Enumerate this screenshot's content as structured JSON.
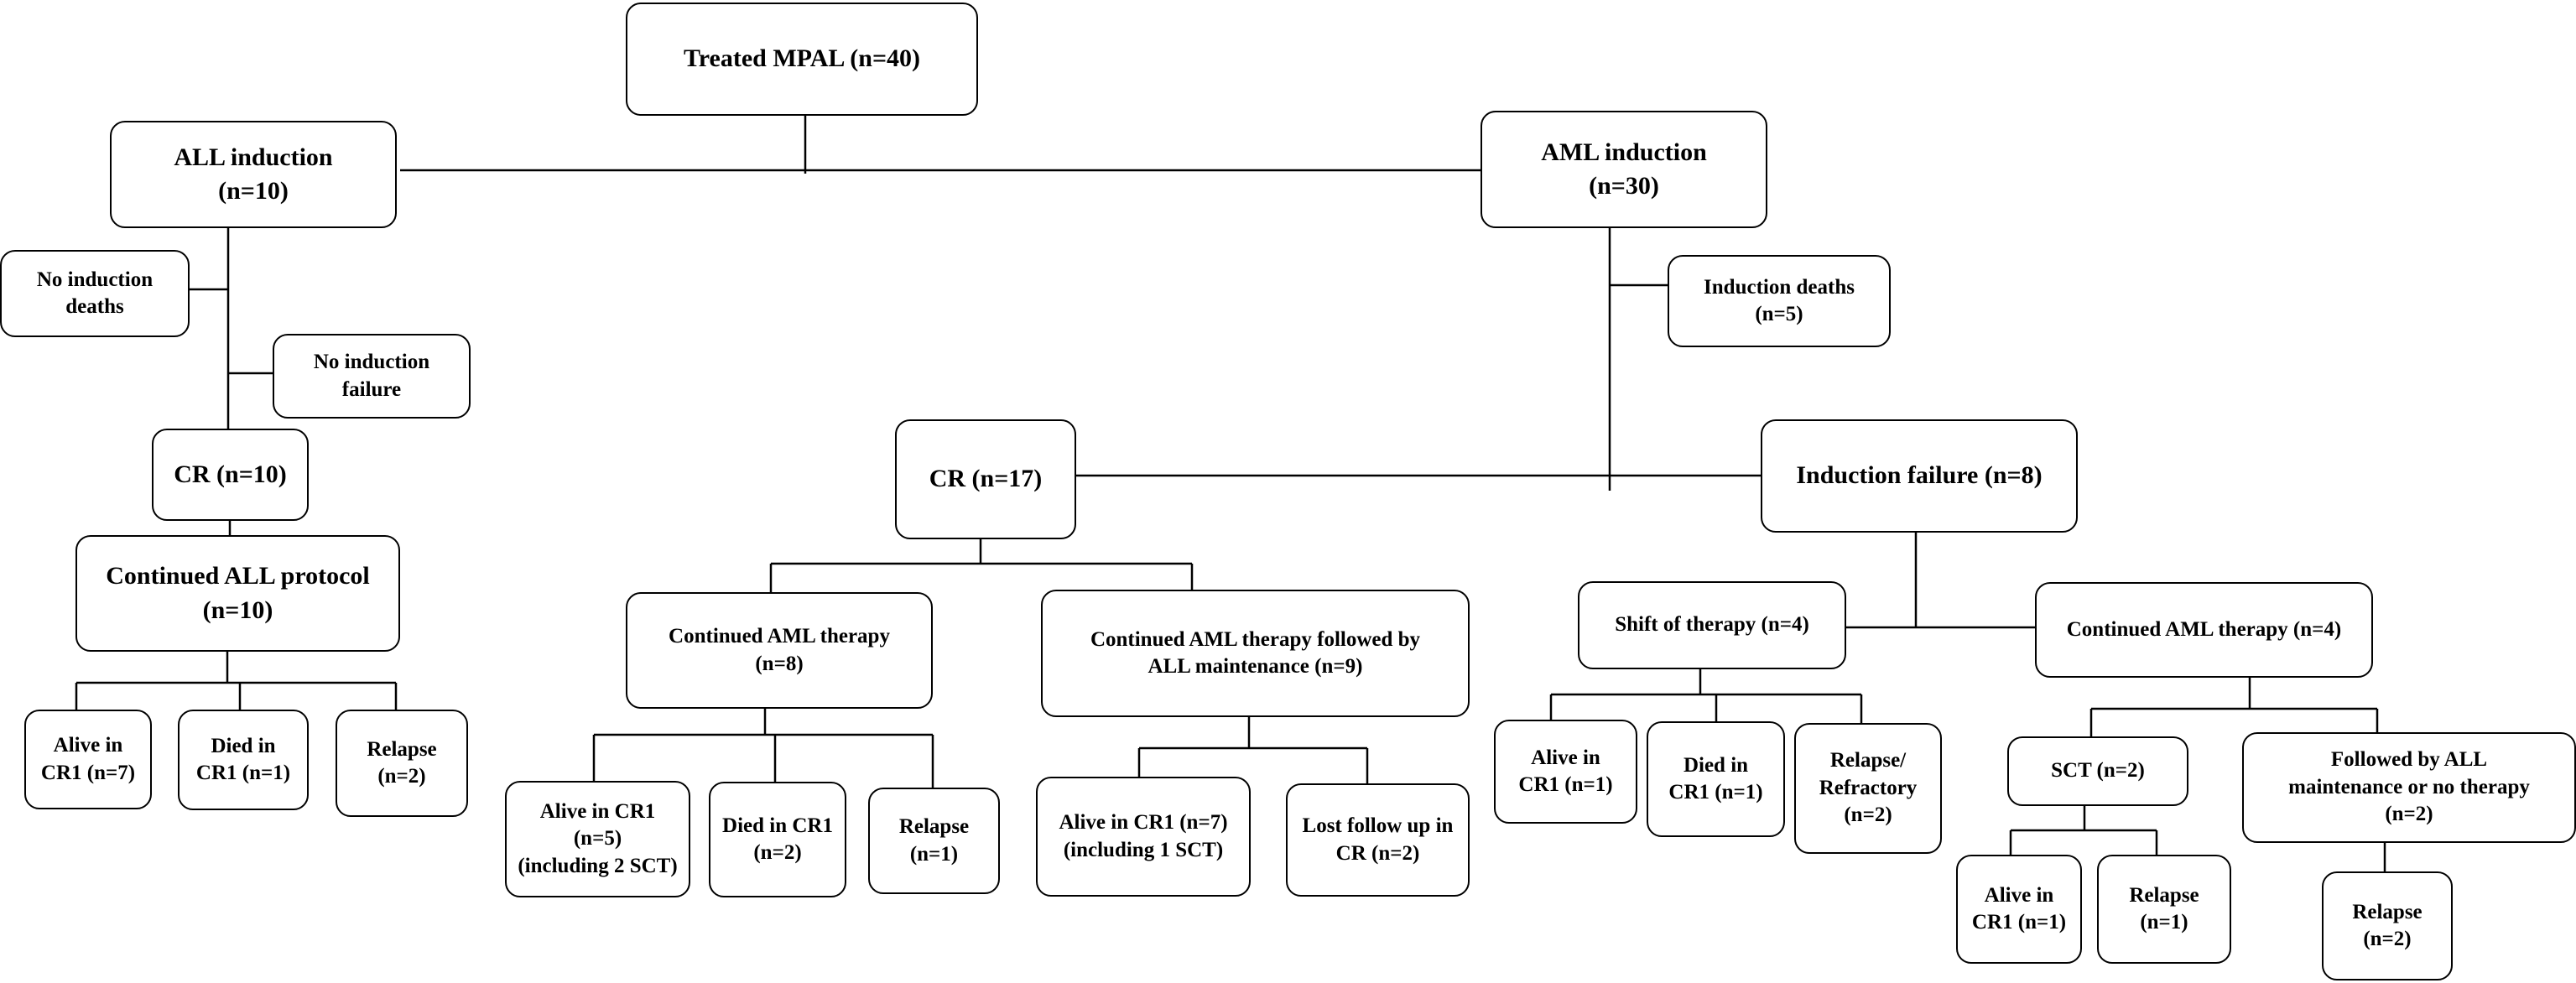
{
  "nodes": {
    "treated_mpal": "Treated MPAL (n=40)",
    "all_induction": "ALL induction\n(n=10)",
    "aml_induction": "AML induction\n(n=30)",
    "no_induction_deaths": "No induction\ndeaths",
    "no_induction_failure": "No induction\nfailure",
    "cr_all": "CR (n=10)",
    "continued_all_protocol": "Continued ALL protocol\n(n=10)",
    "all_alive_cr1": "Alive in\nCR1 (n=7)",
    "all_died_cr1": "Died in\nCR1 (n=1)",
    "all_relapse": "Relapse\n(n=2)",
    "induction_deaths": "Induction deaths\n(n=5)",
    "cr_aml": "CR (n=17)",
    "induction_failure": "Induction failure (n=8)",
    "continued_aml_therapy": "Continued AML therapy\n(n=8)",
    "continued_aml_all_maint": "Continued AML therapy followed by\nALL maintenance (n=9)",
    "aml_alive_cr1": "Alive in CR1\n(n=5)\n(including 2 SCT)",
    "aml_died_cr1": "Died in CR1\n(n=2)",
    "aml_relapse": "Relapse\n(n=1)",
    "maint_alive_cr1": "Alive in CR1 (n=7)\n(including 1 SCT)",
    "maint_lost_followup": "Lost follow up in\nCR (n=2)",
    "shift_of_therapy": "Shift of therapy (n=4)",
    "failure_continued_aml": "Continued AML therapy (n=4)",
    "shift_alive_cr1": "Alive in\nCR1 (n=1)",
    "shift_died_cr1": "Died in\nCR1 (n=1)",
    "shift_relapse_refractory": "Relapse/\nRefractory\n(n=2)",
    "sct": "SCT (n=2)",
    "followed_all_maint": "Followed by ALL\nmaintenance  or no therapy\n(n=2)",
    "sct_alive_cr1": "Alive in\nCR1 (n=1)",
    "sct_relapse": "Relapse\n(n=1)",
    "maint_relapse": "Relapse\n(n=2)"
  }
}
